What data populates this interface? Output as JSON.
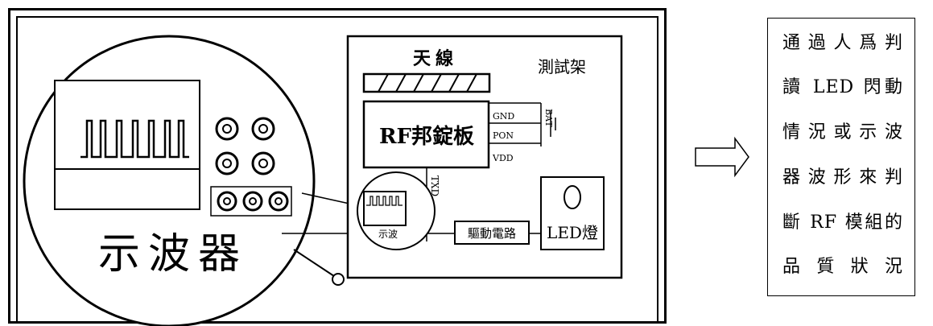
{
  "diagram": {
    "oscilloscope_label": "示波器",
    "antenna_label": "天線",
    "fixture_label": "測試架",
    "rf_board_label": "RF邦錠板",
    "pin_gnd": "GND",
    "pin_pon": "PON",
    "pin_vdd": "VDD",
    "battery_label": "BAT",
    "tx_label": "TXD",
    "small_scope_label": "示波",
    "drive_circuit_label": "驅動電路",
    "led_label": "LED燈"
  },
  "note": {
    "lines": [
      "通過人爲判",
      "讀 LED 閃動",
      "情況或示波",
      "器波形來判",
      "斷 RF 模組的",
      "品 質 狀 況"
    ]
  }
}
